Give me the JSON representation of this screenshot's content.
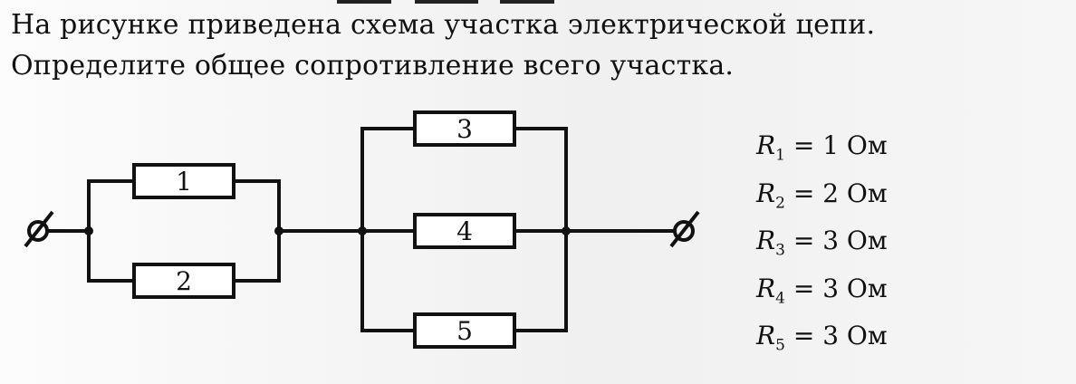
{
  "problem": {
    "line1": "На рисунке приведена схема участка электрической цепи.",
    "line2": "Определите общее сопротивление всего участка."
  },
  "resistors": [
    {
      "label": "1"
    },
    {
      "label": "2"
    },
    {
      "label": "3"
    },
    {
      "label": "4"
    },
    {
      "label": "5"
    }
  ],
  "values": [
    {
      "symbol": "R",
      "index": "1",
      "value": "= 1 Ом"
    },
    {
      "symbol": "R",
      "index": "2",
      "value": "= 2 Ом"
    },
    {
      "symbol": "R",
      "index": "3",
      "value": "= 3 Ом"
    },
    {
      "symbol": "R",
      "index": "4",
      "value": "= 3 Ом"
    },
    {
      "symbol": "R",
      "index": "5",
      "value": "= 3 Ом"
    }
  ]
}
